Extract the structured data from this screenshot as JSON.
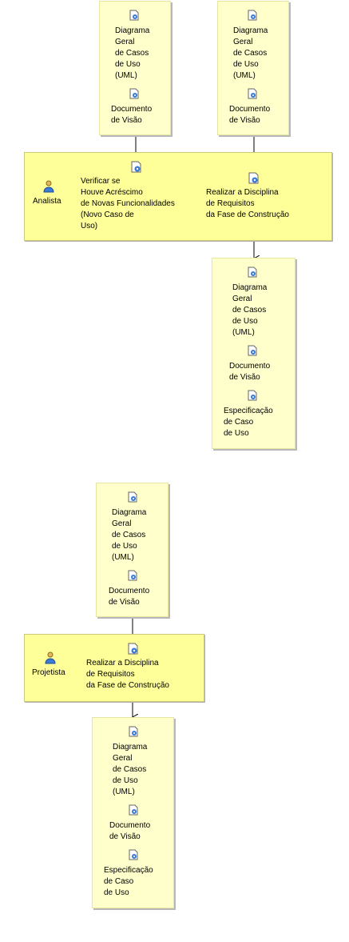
{
  "colors": {
    "artifact_fill": "#ffffcc",
    "lane_fill": "#ffff99",
    "connector": "#000000"
  },
  "icons": {
    "artifact": "document-gear-icon",
    "activity": "activity-icon",
    "role": "worker-icon"
  },
  "diagram1": {
    "input_artifacts_left": {
      "items": [
        "Diagrama\nGeral\nde Casos\nde Uso\n(UML)",
        "Documento\nde Visão"
      ]
    },
    "input_artifacts_right": {
      "items": [
        "Diagrama\nGeral\nde Casos\nde Uso\n(UML)",
        "Documento\nde Visão"
      ]
    },
    "lane": {
      "role": "Analista",
      "activity1": "Verificar se\nHouve Acréscimo\nde Novas Funcionalidades\n(Novo Caso de\nUso)",
      "activity2": "Realizar a Disciplina\nde Requisitos\nda Fase de Construção"
    },
    "output_artifacts": {
      "items": [
        "Diagrama\nGeral\nde Casos\nde Uso\n(UML)",
        "Documento\nde Visão",
        "Especificação\nde Caso\nde Uso"
      ]
    }
  },
  "diagram2": {
    "input_artifacts": {
      "items": [
        "Diagrama\nGeral\nde Casos\nde Uso\n(UML)",
        "Documento\nde Visão"
      ]
    },
    "lane": {
      "role": "Projetista",
      "activity1": "Realizar a Disciplina\nde Requisitos\nda Fase de Construção"
    },
    "output_artifacts": {
      "items": [
        "Diagrama\nGeral\nde Casos\nde Uso\n(UML)",
        "Documento\nde Visão",
        "Especificação\nde Caso\nde Uso"
      ]
    }
  }
}
